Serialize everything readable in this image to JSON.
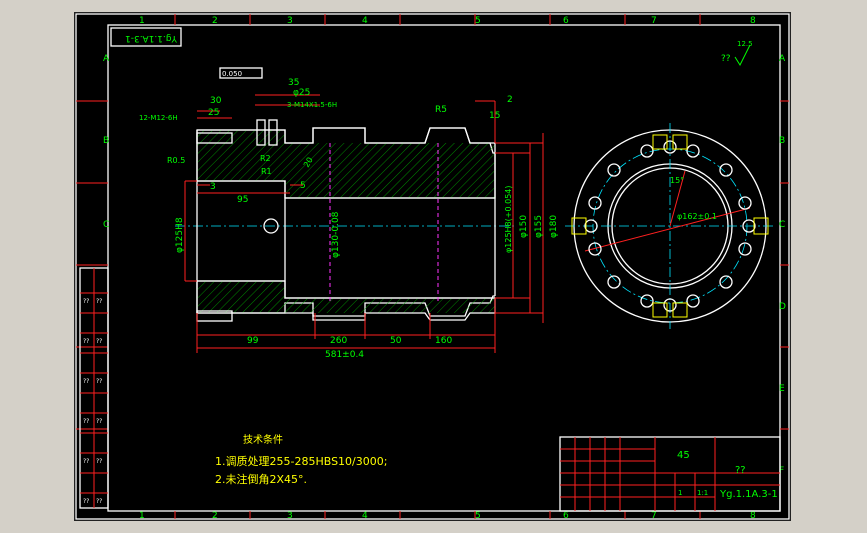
{
  "grid": {
    "columns": [
      "1",
      "2",
      "3",
      "4",
      "5",
      "6",
      "7",
      "8"
    ],
    "rows": [
      "A",
      "B",
      "C",
      "D",
      "E",
      "F"
    ]
  },
  "drawing_no_mirrored": "Yg.1.1A.3-1",
  "roughness": {
    "label": "??",
    "value": "12.5"
  },
  "dimensions": {
    "flatness": "0.050",
    "d35": "35",
    "d25": "φ25",
    "thread1": "3-M14X1.5-6H",
    "r5": "R5",
    "d2": "2",
    "d30": "30",
    "d25b": "25",
    "thread2": "12-M12-6H",
    "d15": "15",
    "r05": "R0.5",
    "r2": "R2",
    "r1": "R1",
    "d20": "20",
    "d3": "3",
    "d5": "5",
    "d95": "95",
    "bore1": "φ125H8",
    "bore2": "φ130-0.08",
    "bore3": "φ125H8(+0.054)",
    "od150": "φ150",
    "od155": "φ155",
    "od180": "φ180",
    "d99": "99",
    "d260": "260",
    "d50": "50",
    "d160": "160",
    "overall": "581±0.4",
    "pcd": "φ162±0.1",
    "angle": "15°"
  },
  "tech": {
    "title": "技术条件",
    "line1": "1.调质处理255-285HBS10/3000;",
    "line2": "2.未注倒角2X45°."
  },
  "title_block": {
    "material": "45",
    "name": "??",
    "drawing_no": "Yg.1.1A.3-1",
    "scale": "1:1",
    "sheet": "1"
  },
  "left_block": [
    "??",
    "??",
    "??",
    "??",
    "??",
    "??",
    "??",
    "??",
    "??",
    "??",
    "??",
    "??"
  ]
}
